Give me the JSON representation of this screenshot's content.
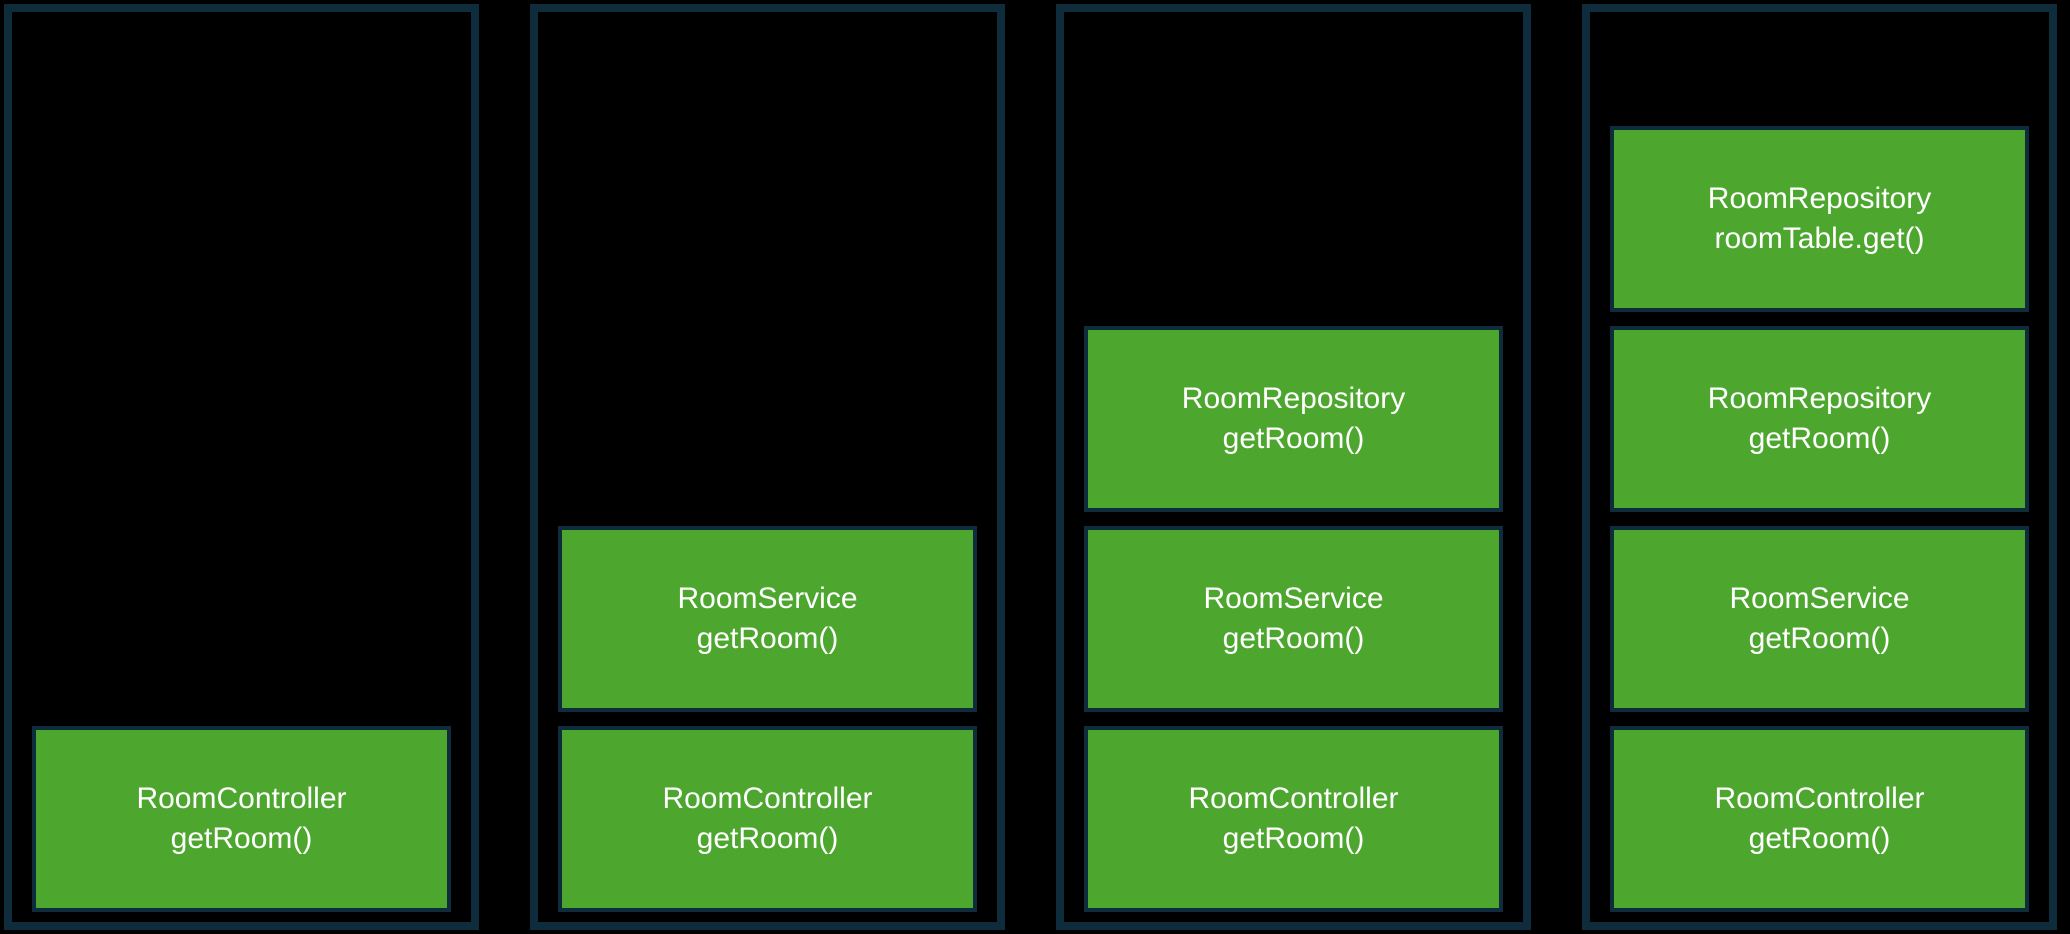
{
  "colors": {
    "background": "#000000",
    "panel_border": "#0e2c3c",
    "frame_fill": "#4da72e",
    "frame_border": "#0e2c3c",
    "frame_text": "#ffffff"
  },
  "diagram": {
    "kind": "call-stack-growth",
    "frame_order": "top-to-bottom"
  },
  "panels": [
    {
      "frames": [
        {
          "class_name": "RoomController",
          "method": "getRoom()"
        }
      ]
    },
    {
      "frames": [
        {
          "class_name": "RoomService",
          "method": "getRoom()"
        },
        {
          "class_name": "RoomController",
          "method": "getRoom()"
        }
      ]
    },
    {
      "frames": [
        {
          "class_name": "RoomRepository",
          "method": "getRoom()"
        },
        {
          "class_name": "RoomService",
          "method": "getRoom()"
        },
        {
          "class_name": "RoomController",
          "method": "getRoom()"
        }
      ]
    },
    {
      "frames": [
        {
          "class_name": "RoomRepository",
          "method": "roomTable.get()"
        },
        {
          "class_name": "RoomRepository",
          "method": "getRoom()"
        },
        {
          "class_name": "RoomService",
          "method": "getRoom()"
        },
        {
          "class_name": "RoomController",
          "method": "getRoom()"
        }
      ]
    }
  ]
}
